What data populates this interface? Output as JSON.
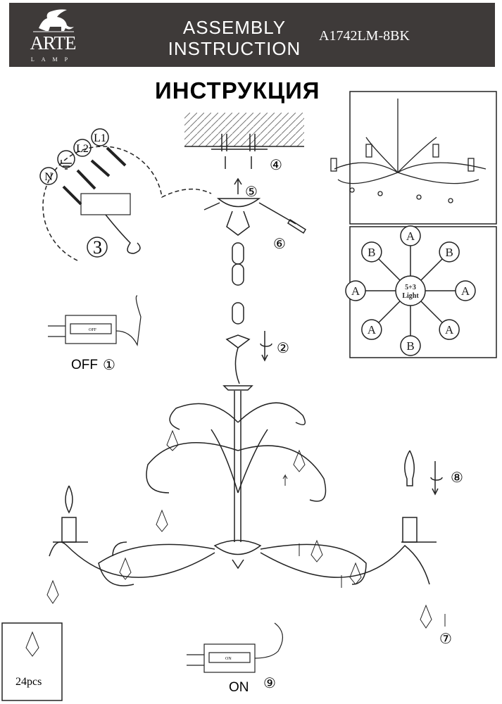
{
  "header": {
    "brand": "ARTE",
    "brand_sub": "LAMP",
    "title_line1": "ASSEMBLY",
    "title_line2": "INSTRUCTION",
    "model": "A1742LM-8BK"
  },
  "heading": "ИНСТРУКЦИЯ",
  "wiring": {
    "labels": [
      "N",
      "⏚",
      "L2",
      "L1"
    ],
    "step": "3"
  },
  "steps": {
    "s1": "①",
    "s2": "②",
    "s3": "③",
    "s4": "④",
    "s5": "⑤",
    "s6": "⑥",
    "s7": "⑦",
    "s8": "⑧",
    "s9": "⑨"
  },
  "switch_off": {
    "label": "OFF",
    "switch_text": "OFF"
  },
  "switch_on": {
    "label": "ON",
    "switch_text": "ON"
  },
  "layout_diagram": {
    "center_line1": "5+3",
    "center_line2": "Light",
    "arms": [
      "A",
      "B",
      "A",
      "B",
      "A",
      "A",
      "B",
      "A"
    ]
  },
  "crystals": {
    "count": "24pcs"
  }
}
